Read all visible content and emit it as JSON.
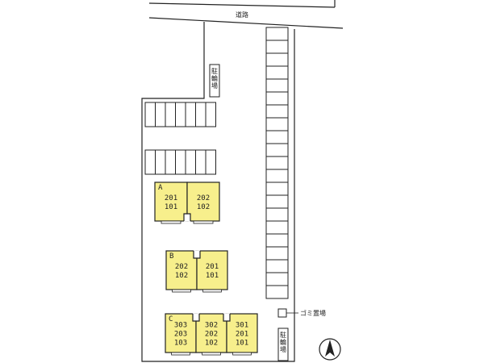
{
  "road_label": "道路",
  "parking_label_top": "駐輪場",
  "parking_label_bottom": "駐輪場",
  "garbage_label": "ゴミ置場",
  "north_icon": "north-arrow-icon",
  "colors": {
    "building": "#f7ef8c",
    "stroke": "#222222",
    "background": "#ffffff"
  },
  "buildings": [
    {
      "letter": "A",
      "units": [
        {
          "rooms": [
            "201",
            "101"
          ]
        },
        {
          "rooms": [
            "202",
            "102"
          ]
        }
      ]
    },
    {
      "letter": "B",
      "units": [
        {
          "rooms": [
            "202",
            "102"
          ]
        },
        {
          "rooms": [
            "201",
            "101"
          ]
        }
      ]
    },
    {
      "letter": "C",
      "units": [
        {
          "rooms": [
            "303",
            "203",
            "103"
          ]
        },
        {
          "rooms": [
            "302",
            "202",
            "102"
          ]
        },
        {
          "rooms": [
            "301",
            "201",
            "101"
          ]
        }
      ]
    }
  ]
}
